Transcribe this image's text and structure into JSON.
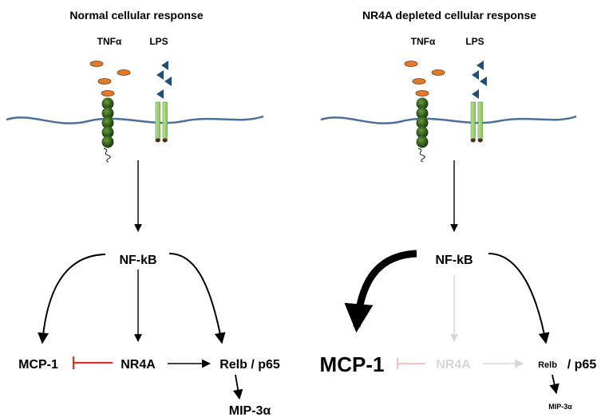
{
  "panels": {
    "left": {
      "title": "Normal cellular response",
      "ligands": {
        "tnf": "TNFα",
        "lps": "LPS"
      },
      "nodes": {
        "nfkb": "NF-kB",
        "nr4a": "NR4A",
        "mcp1": "MCP-1",
        "relb": "Relb / p65",
        "mip3a": "MIP-3α"
      }
    },
    "right": {
      "title": "NR4A depleted cellular response",
      "ligands": {
        "tnf": "TNFα",
        "lps": "LPS"
      },
      "nodes": {
        "nfkb": "NF-kB",
        "nr4a": "NR4A",
        "mcp1": "MCP-1",
        "relb_a": "Relb",
        "relb_b": "/ p65",
        "mip3a": "MIP-3α"
      }
    }
  },
  "colors": {
    "membrane": "#4a6f9a",
    "tnf_ligand": "#e07a2c",
    "lps_ligand": "#1f4e79",
    "tnf_receptor": "#2f5a1c",
    "tlr_receptor": "#9fd37a",
    "inhibition": "#e03030",
    "faded": "#d6d6d6",
    "faded_inhibition": "#f4c0c0"
  }
}
